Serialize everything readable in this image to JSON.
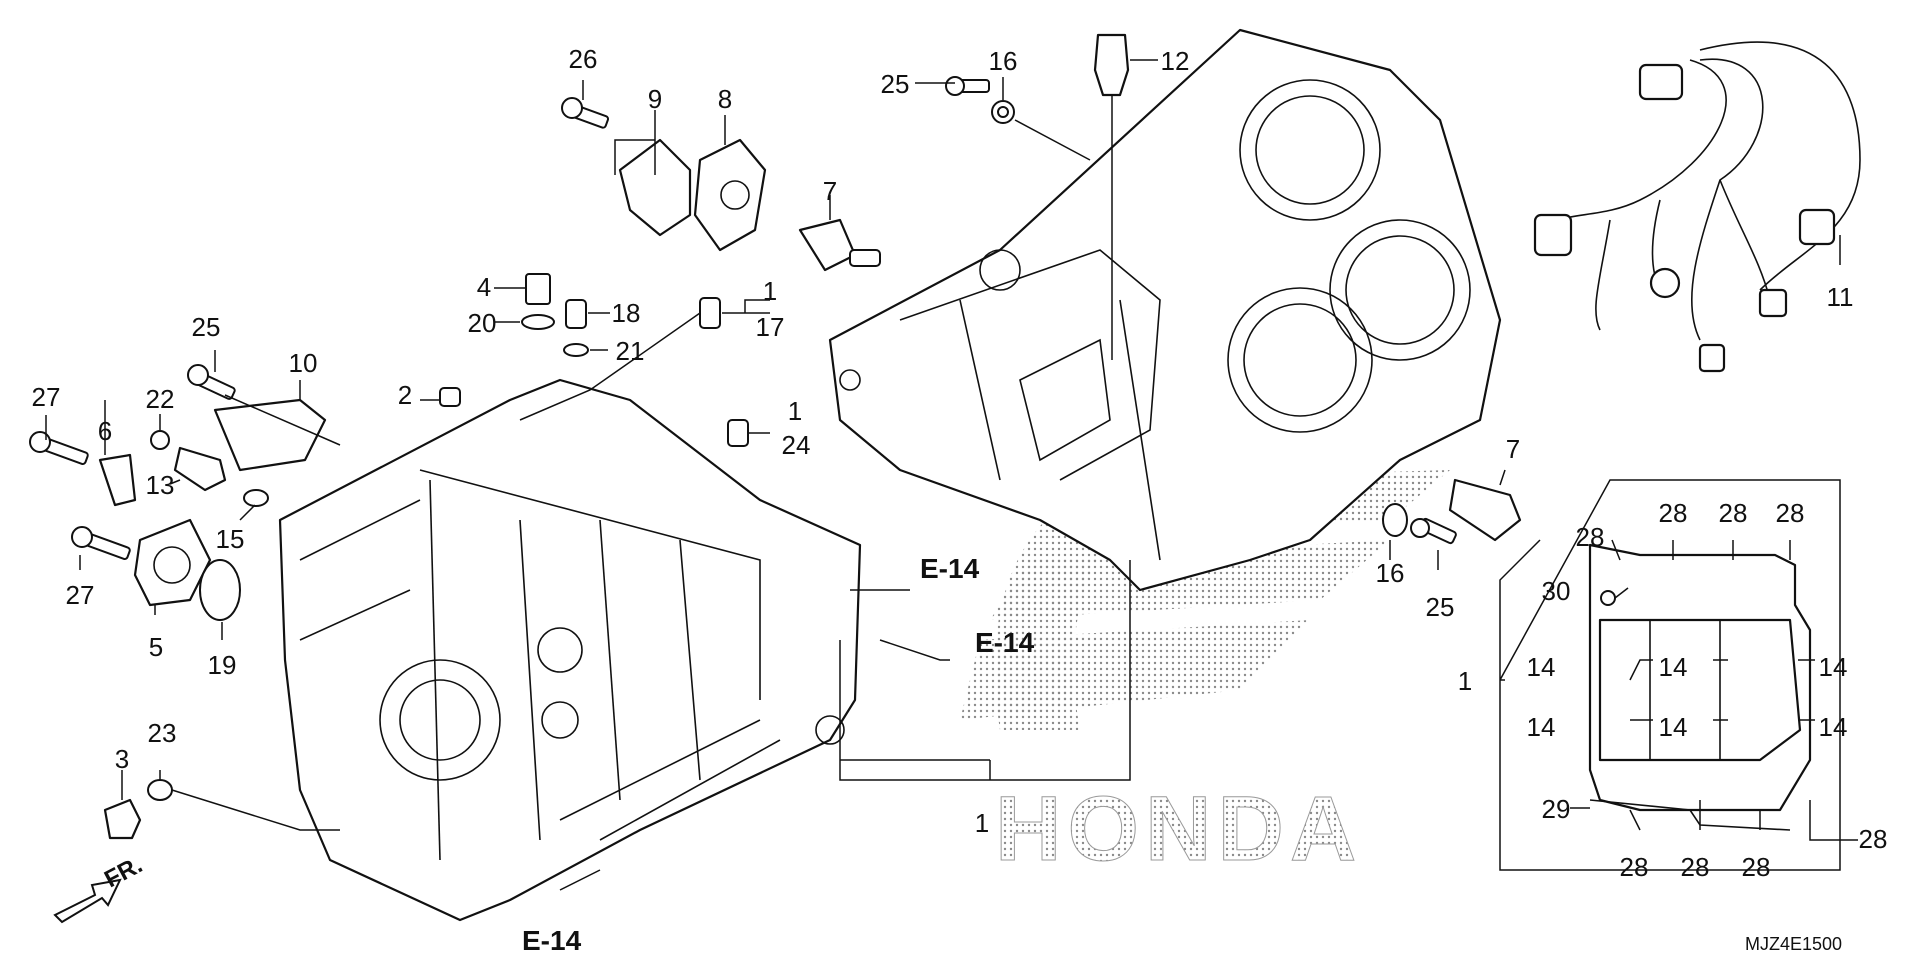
{
  "diagram": {
    "callouts": [
      {
        "id": "c26",
        "text": "26"
      },
      {
        "id": "c9",
        "text": "9"
      },
      {
        "id": "c8",
        "text": "8"
      },
      {
        "id": "c25a",
        "text": "25"
      },
      {
        "id": "c16a",
        "text": "16"
      },
      {
        "id": "c12",
        "text": "12"
      },
      {
        "id": "c7a",
        "text": "7"
      },
      {
        "id": "c4",
        "text": "4"
      },
      {
        "id": "c20",
        "text": "20"
      },
      {
        "id": "c18",
        "text": "18"
      },
      {
        "id": "c21",
        "text": "21"
      },
      {
        "id": "c1a",
        "text": "1"
      },
      {
        "id": "c17",
        "text": "17"
      },
      {
        "id": "c11",
        "text": "11"
      },
      {
        "id": "c25b",
        "text": "25"
      },
      {
        "id": "c10",
        "text": "10"
      },
      {
        "id": "c27a",
        "text": "27"
      },
      {
        "id": "c6",
        "text": "6"
      },
      {
        "id": "c22",
        "text": "22"
      },
      {
        "id": "c2",
        "text": "2"
      },
      {
        "id": "c1b",
        "text": "1"
      },
      {
        "id": "c24",
        "text": "24"
      },
      {
        "id": "c13",
        "text": "13"
      },
      {
        "id": "c15",
        "text": "15"
      },
      {
        "id": "c27b",
        "text": "27"
      },
      {
        "id": "c5",
        "text": "5"
      },
      {
        "id": "c19",
        "text": "19"
      },
      {
        "id": "c7b",
        "text": "7"
      },
      {
        "id": "c16b",
        "text": "16"
      },
      {
        "id": "c25c",
        "text": "25"
      },
      {
        "id": "c3",
        "text": "3"
      },
      {
        "id": "c23",
        "text": "23"
      },
      {
        "id": "c1c",
        "text": "1"
      },
      {
        "id": "c1d",
        "text": "1"
      },
      {
        "id": "c28a",
        "text": "28"
      },
      {
        "id": "c28b",
        "text": "28"
      },
      {
        "id": "c28c",
        "text": "28"
      },
      {
        "id": "c28d",
        "text": "28"
      },
      {
        "id": "c30",
        "text": "30"
      },
      {
        "id": "c14a",
        "text": "14"
      },
      {
        "id": "c14b",
        "text": "14"
      },
      {
        "id": "c14c",
        "text": "14"
      },
      {
        "id": "c14d",
        "text": "14"
      },
      {
        "id": "c14e",
        "text": "14"
      },
      {
        "id": "c14f",
        "text": "14"
      },
      {
        "id": "c29",
        "text": "29"
      },
      {
        "id": "c28e",
        "text": "28"
      },
      {
        "id": "c28f",
        "text": "28"
      },
      {
        "id": "c28g",
        "text": "28"
      },
      {
        "id": "c28h",
        "text": "28"
      }
    ],
    "references": [
      {
        "id": "e14a",
        "text": "E-14"
      },
      {
        "id": "e14b",
        "text": "E-14"
      },
      {
        "id": "e14c",
        "text": "E-14"
      }
    ],
    "direction_label": "FR.",
    "watermark": "HONDA",
    "drawing_code": "MJZ4E1500"
  },
  "colors": {
    "ink": "#111111",
    "paper": "#ffffff",
    "watermark": "#9a9a9a"
  }
}
